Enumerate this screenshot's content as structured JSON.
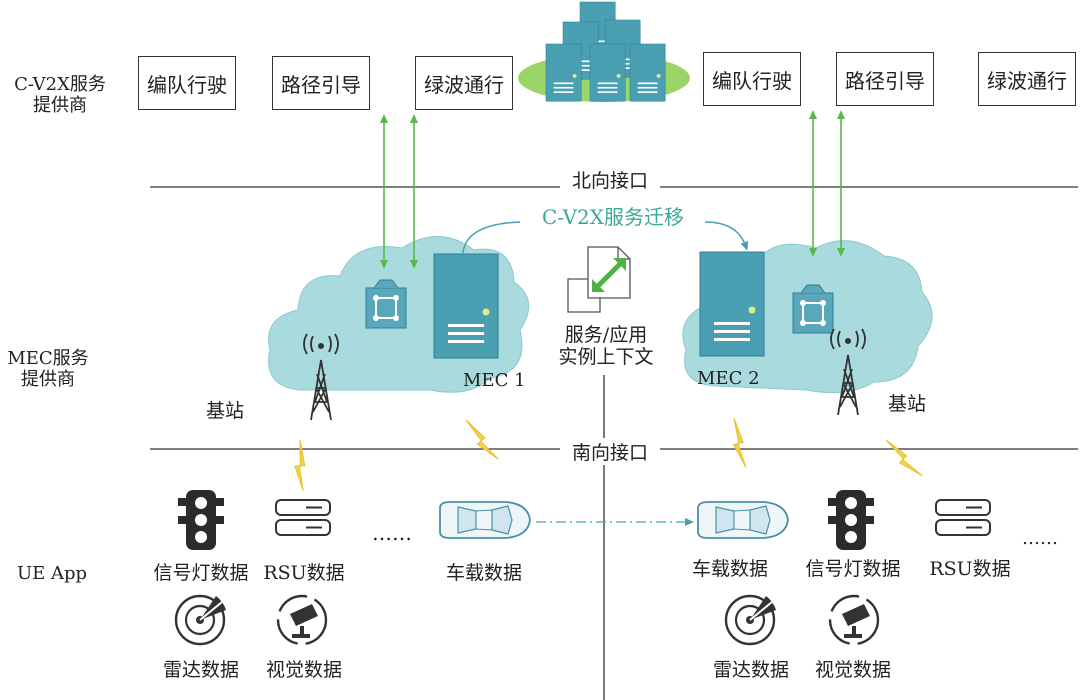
{
  "layers": {
    "provider": "C-V2X服务\n提供商",
    "mec": "MEC服务\n提供商",
    "ue": "UE App"
  },
  "services_left": [
    "编队行驶",
    "路径引导",
    "绿波通行"
  ],
  "services_right": [
    "编队行驶",
    "路径引导",
    "绿波通行"
  ],
  "interfaces": {
    "north": "北向接口",
    "south": "南向接口"
  },
  "migration_label": "C-V2X服务迁移",
  "context_label": "服务/应用\n实例上下文",
  "mec1": "MEC 1",
  "mec2": "MEC 2",
  "base_station": "基站",
  "data_left": {
    "traffic_light": "信号灯数据",
    "rsu": "RSU数据",
    "dots": "……",
    "vehicle": "车载数据",
    "radar": "雷达数据",
    "vision": "视觉数据"
  },
  "data_right": {
    "vehicle": "车载数据",
    "traffic_light": "信号灯数据",
    "rsu": "RSU数据",
    "dots": "……",
    "radar": "雷达数据",
    "vision": "视觉数据"
  },
  "colors": {
    "cloud": "#a9dade",
    "server": "#4a9fb2",
    "arrow_green": "#59b84a",
    "lightning": "#f3d24a",
    "ellipse": "#9bd567",
    "migration_text": "#3aa89a",
    "icon_dark": "#2b2b2b"
  }
}
